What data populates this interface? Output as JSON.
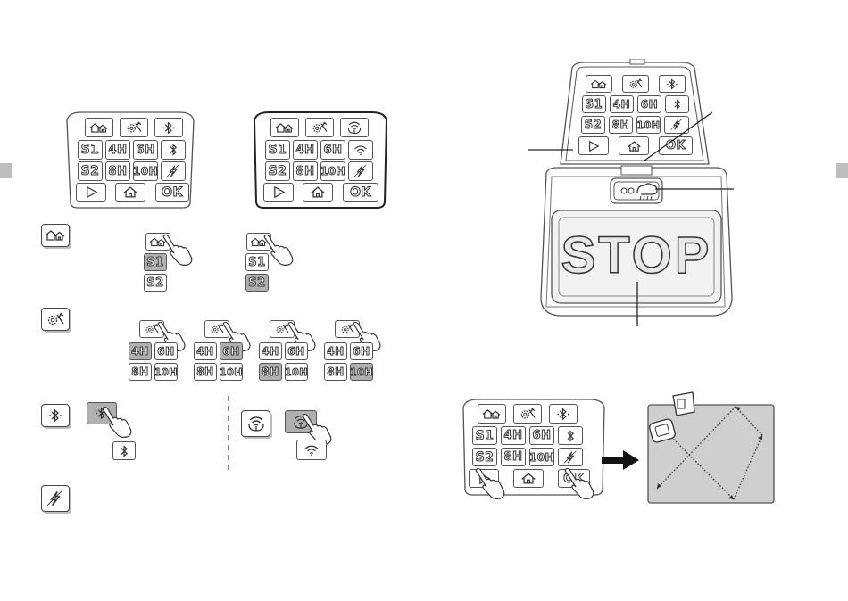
{
  "keypad": {
    "s1": "S1",
    "s2": "S2",
    "h4": "4H",
    "h6": "6H",
    "h8": "8H",
    "h10": "10H",
    "ok": "OK"
  },
  "stop_label": "STOP",
  "colors": {
    "highlight": "#b0b0b0",
    "lawn": "#cfcfcf",
    "outline": "#555555"
  },
  "icons": [
    "home-icon",
    "settings-icon",
    "bluetooth-icon",
    "wifi-icon",
    "lightning-icon",
    "play-icon",
    "robot-icon"
  ]
}
